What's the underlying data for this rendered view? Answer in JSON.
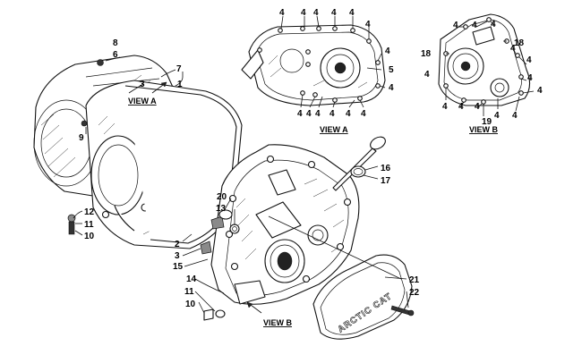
{
  "callouts": {
    "c1": "1",
    "c2": "2",
    "c3a": "3",
    "c3b": "3",
    "c5": "5",
    "c6": "6",
    "c7": "7",
    "c8": "8",
    "c9": "9",
    "c10a": "10",
    "c10b": "10",
    "c11a": "11",
    "c11b": "11",
    "c12": "12",
    "c13": "13",
    "c14": "14",
    "c15": "15",
    "c16": "16",
    "c17": "17",
    "c18a": "18",
    "c18b": "18",
    "c19": "19",
    "c20": "20",
    "c21": "21",
    "c22": "22"
  },
  "bolt_label": "4",
  "view_a_label": "VIEW A",
  "view_b_label": "VIEW B",
  "cover_brand": "ARCTIC CAT"
}
